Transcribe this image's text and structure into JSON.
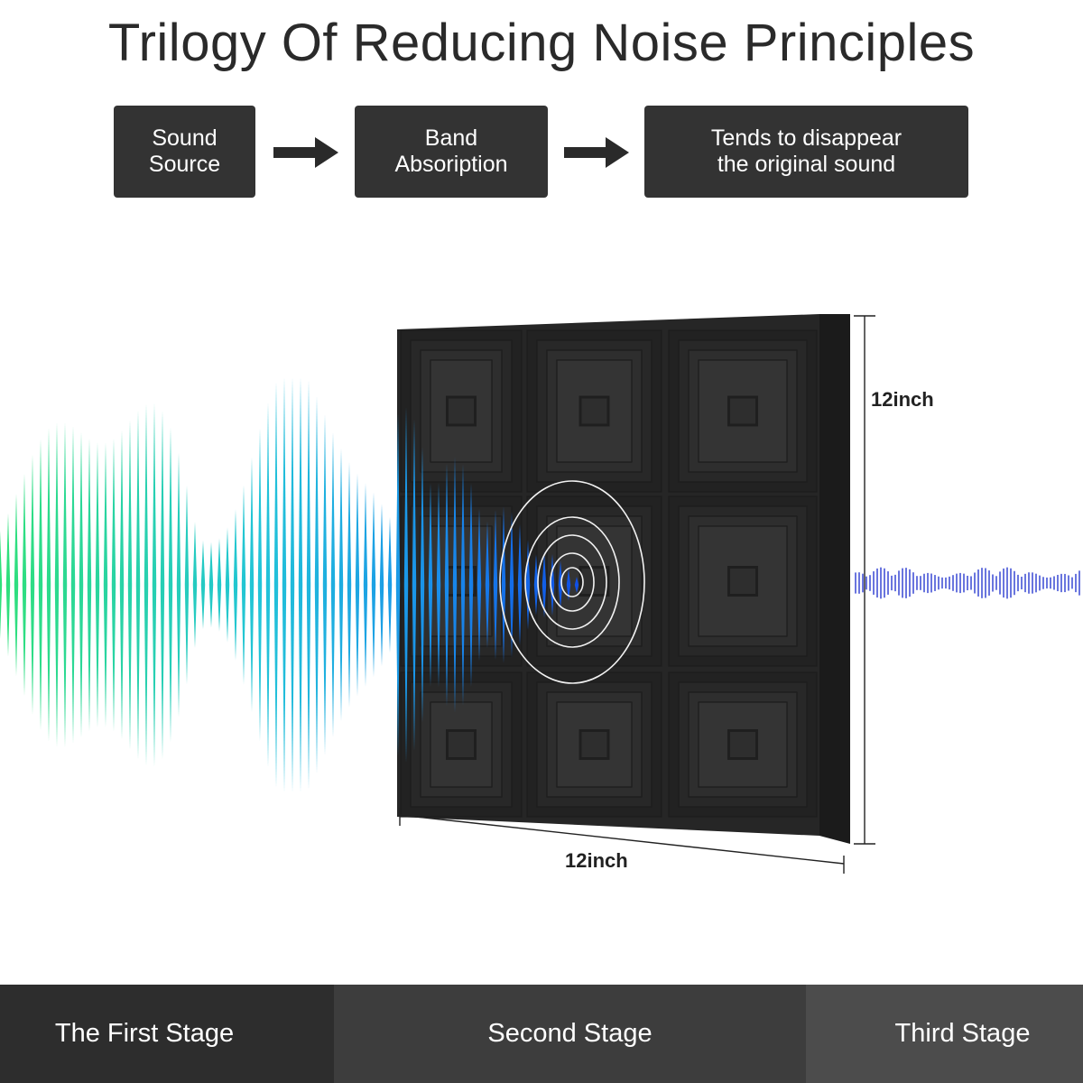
{
  "title": "Trilogy Of Reducing Noise Principles",
  "steps": [
    {
      "line1": "Sound",
      "line2": "Source"
    },
    {
      "line1": "Band",
      "line2": "Absoription"
    },
    {
      "line1": "Tends to disappear",
      "line2": "the original sound"
    }
  ],
  "dimensions": {
    "width": "12inch",
    "height": "12inch"
  },
  "stages": [
    "The First Stage",
    "Second Stage",
    "Third Stage"
  ],
  "colors": {
    "box": "#333333",
    "wave_start": "#2fe07a",
    "wave_mid": "#22b8e0",
    "wave_end": "#1060e8",
    "residual_wave": "#2a3ad0",
    "foam": "#2b2b2b"
  }
}
